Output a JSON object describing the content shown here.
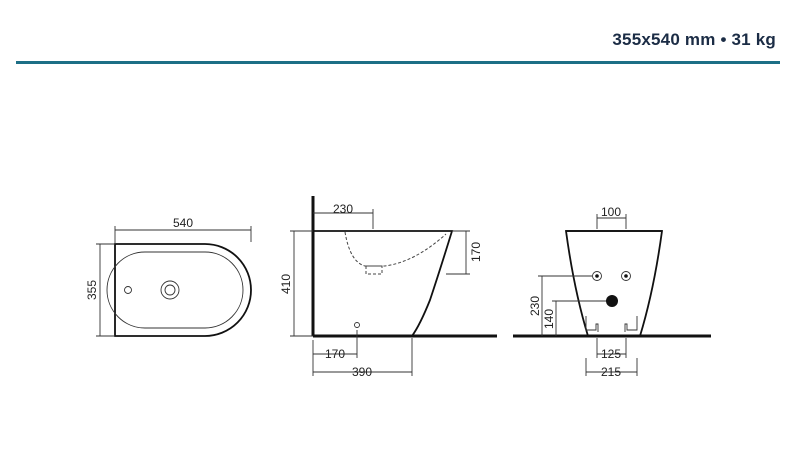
{
  "header": {
    "title": "355x540 mm • 31 kg",
    "rule_color": "#1d6f86"
  },
  "top_view": {
    "width_label": "540",
    "depth_label": "355"
  },
  "side_view": {
    "top_label": "230",
    "height_label": "410",
    "right_label": "170",
    "bottom_inner_label": "170",
    "bottom_total_label": "390"
  },
  "rear_view": {
    "top_label": "100",
    "height_label": "230",
    "inner_height_label": "140",
    "inner_width_label": "125",
    "total_width_label": "215"
  }
}
